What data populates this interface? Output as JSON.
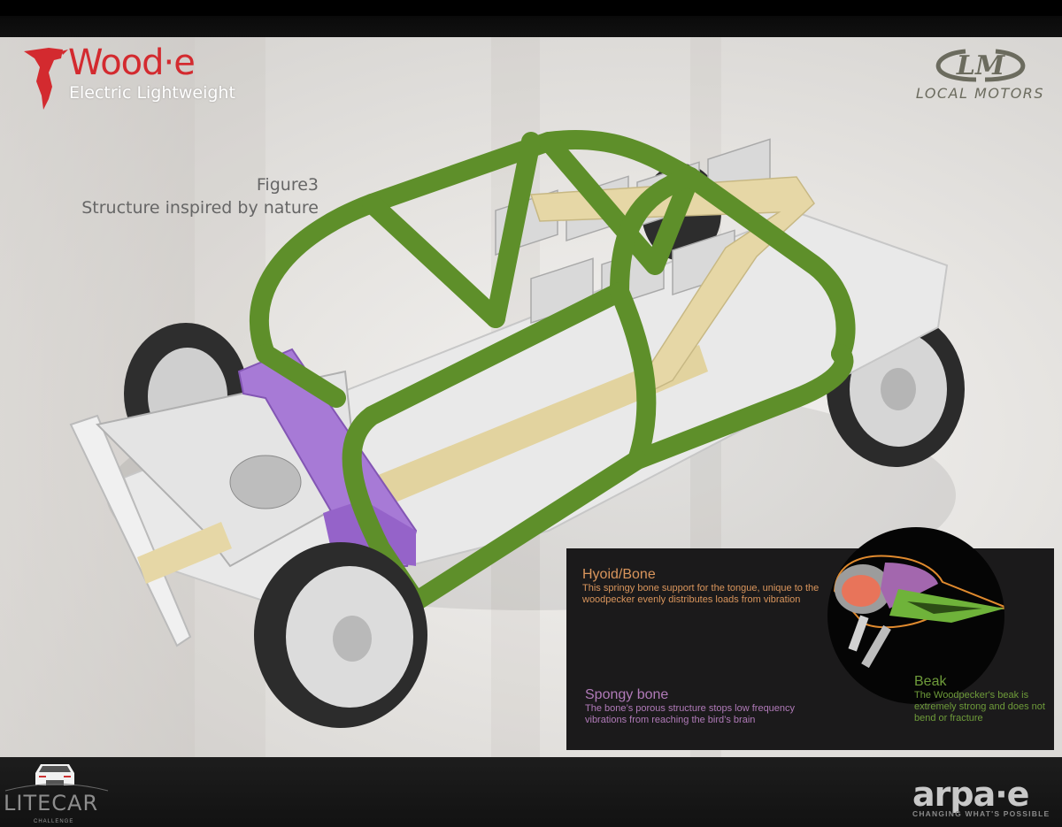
{
  "branding": {
    "product_name": "Wood·e",
    "product_tagline": "Electric Lightweight",
    "partner_logo_mark": "LM",
    "partner_name": "LOCAL MOTORS",
    "challenge_name": "LITECAR",
    "challenge_sub": "CHALLENGE",
    "sponsor_name": "arpa·e",
    "sponsor_slogan": "CHANGING WHAT'S POSSIBLE"
  },
  "figure": {
    "number": "Figure3",
    "title": "Structure inspired by nature"
  },
  "callouts": [
    {
      "title": "Hyoid/Bone",
      "body": "This springy bone support for the tongue, unique to the woodpecker evenly distributes loads from vibration",
      "color": "#d9955c"
    },
    {
      "title": "Spongy bone",
      "body": "The bone’s porous structure stops low frequency vibrations from reaching the bird’s brain",
      "color": "#b07ab8"
    },
    {
      "title": "Beak",
      "body": "The Woodpecker's beak is extremely strong and does not bend or fracture",
      "color": "#6e9b3a"
    }
  ],
  "colors": {
    "brand_red": "#d32a2f",
    "frame_green": "#5e8f2a",
    "wood_beige": "#e6d7a6",
    "crash_purple": "#a77ad6",
    "panel_bg": "#1b1a1b"
  },
  "icons": {
    "woodpecker_logo": "woodpecker-icon",
    "litecar_car": "car-icon",
    "skull_scan": "woodpecker-skull-icon"
  }
}
